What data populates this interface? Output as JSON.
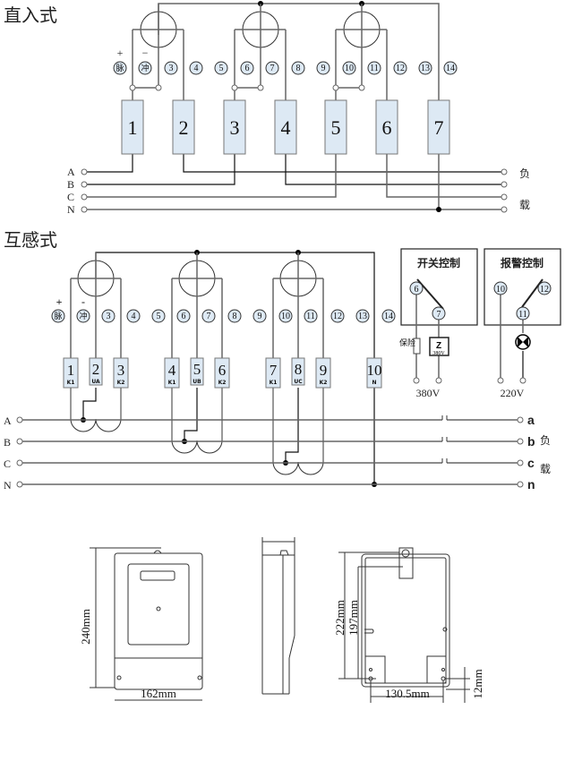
{
  "sections": {
    "direct": {
      "title": "直入式",
      "terminals": [
        "脉",
        "冲",
        "3",
        "4",
        "5",
        "6",
        "7",
        "8",
        "9",
        "10",
        "11",
        "12",
        "13",
        "14"
      ],
      "pulse_signs": [
        "+",
        "−"
      ],
      "elements": [
        "1",
        "2",
        "3",
        "4",
        "5",
        "6",
        "7"
      ],
      "lines": [
        "A",
        "B",
        "C",
        "N"
      ],
      "load_label": [
        "负",
        "载"
      ]
    },
    "transformer": {
      "title": "互感式",
      "terminals": [
        "脉",
        "冲",
        "3",
        "4",
        "5",
        "6",
        "7",
        "8",
        "9",
        "10",
        "11",
        "12",
        "13",
        "14"
      ],
      "pulse_signs": [
        "+",
        "-"
      ],
      "elements": [
        {
          "num": "1",
          "sub": "K1"
        },
        {
          "num": "2",
          "sub": "UA"
        },
        {
          "num": "3",
          "sub": "K2"
        },
        {
          "num": "4",
          "sub": "K1"
        },
        {
          "num": "5",
          "sub": "UB"
        },
        {
          "num": "6",
          "sub": "K2"
        },
        {
          "num": "7",
          "sub": "K1"
        },
        {
          "num": "8",
          "sub": "UC"
        },
        {
          "num": "9",
          "sub": "K2"
        },
        {
          "num": "10",
          "sub": "N"
        }
      ],
      "lines_in": [
        "A",
        "B",
        "C",
        "N"
      ],
      "lines_out": [
        "a",
        "b",
        "c",
        "n"
      ],
      "load_label": [
        "负",
        "载"
      ]
    },
    "switch_control": {
      "title": "开关控制",
      "terminals": [
        "6",
        "7"
      ],
      "fuse_label": "保险",
      "coil_symbol": "Z",
      "coil_label": "380V",
      "supply": "380V"
    },
    "alarm_control": {
      "title": "报警控制",
      "terminals": [
        "10",
        "12",
        "11"
      ],
      "supply": "220V"
    },
    "dimensions": {
      "front_height": "240mm",
      "front_width": "162mm",
      "back_height_outer": "222mm",
      "back_height_inner": "197mm",
      "back_width": "130.5mm",
      "back_bottom_offset": "12mm"
    }
  }
}
